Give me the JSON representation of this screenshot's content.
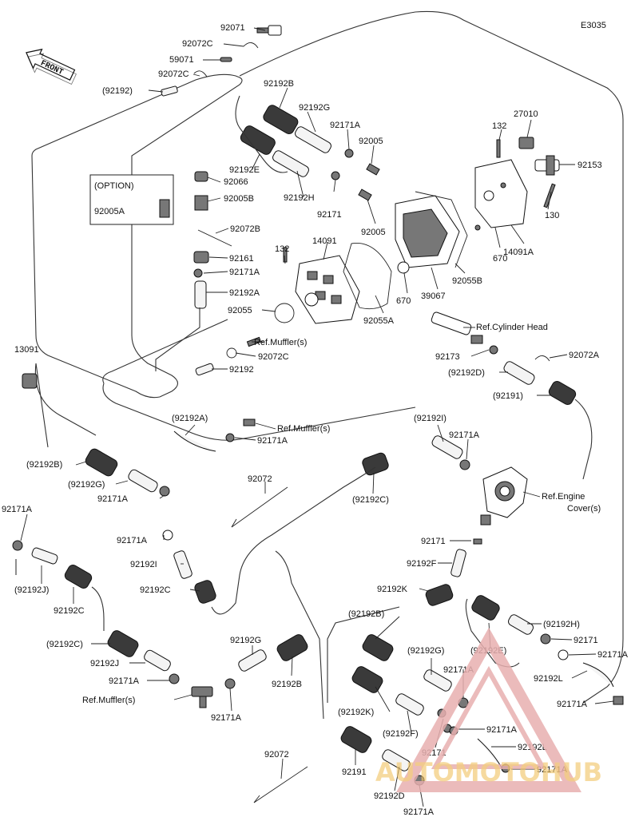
{
  "diagram": {
    "code": "E3035",
    "front_label": "FRONT",
    "option_label": "(OPTION)",
    "watermark": "AUTOMOTOHUB",
    "parts": [
      {
        "id": "p92071",
        "label": "92071"
      },
      {
        "id": "p92072C_a",
        "label": "92072C"
      },
      {
        "id": "p59071",
        "label": "59071"
      },
      {
        "id": "p92072C_b",
        "label": "92072C"
      },
      {
        "id": "p92192_top",
        "label": "(92192)"
      },
      {
        "id": "p92192B_top",
        "label": "92192B"
      },
      {
        "id": "p92192G_top",
        "label": "92192G"
      },
      {
        "id": "p92171A_top",
        "label": "92171A"
      },
      {
        "id": "p92005_top",
        "label": "92005"
      },
      {
        "id": "p132_top",
        "label": "132"
      },
      {
        "id": "p27010",
        "label": "27010"
      },
      {
        "id": "p92153",
        "label": "92153"
      },
      {
        "id": "p92192E_top",
        "label": "92192E"
      },
      {
        "id": "p92066",
        "label": "92066"
      },
      {
        "id": "p92005B",
        "label": "92005B"
      },
      {
        "id": "p92192H_top",
        "label": "92192H"
      },
      {
        "id": "p92171_top",
        "label": "92171"
      },
      {
        "id": "p92005A",
        "label": "92005A"
      },
      {
        "id": "p130",
        "label": "130"
      },
      {
        "id": "p92072B",
        "label": "92072B"
      },
      {
        "id": "p14091",
        "label": "14091"
      },
      {
        "id": "p92005_mid",
        "label": "92005"
      },
      {
        "id": "p670_a",
        "label": "670"
      },
      {
        "id": "p14091A",
        "label": "14091A"
      },
      {
        "id": "p132_mid",
        "label": "132"
      },
      {
        "id": "p92161",
        "label": "92161"
      },
      {
        "id": "p92171A_mid",
        "label": "92171A"
      },
      {
        "id": "p92055B",
        "label": "92055B"
      },
      {
        "id": "p92192A",
        "label": "92192A"
      },
      {
        "id": "p39067",
        "label": "39067"
      },
      {
        "id": "p670_b",
        "label": "670"
      },
      {
        "id": "p92055",
        "label": "92055"
      },
      {
        "id": "p92055A",
        "label": "92055A"
      },
      {
        "id": "p_ref_cyl",
        "label": "Ref.Cylinder Head"
      },
      {
        "id": "p13091",
        "label": "13091"
      },
      {
        "id": "p_ref_muf1",
        "label": "Ref.Muffler(s)"
      },
      {
        "id": "p92072C_c",
        "label": "92072C"
      },
      {
        "id": "p92173",
        "label": "92173"
      },
      {
        "id": "p92072A",
        "label": "92072A"
      },
      {
        "id": "p92192_mid",
        "label": "92192"
      },
      {
        "id": "p92192D_top",
        "label": "(92192D)"
      },
      {
        "id": "p92191_top",
        "label": "(92191)"
      },
      {
        "id": "p92192A_paren",
        "label": "(92192A)"
      },
      {
        "id": "p_ref_muf2",
        "label": "Ref.Muffler(s)"
      },
      {
        "id": "p92171A_b",
        "label": "92171A"
      },
      {
        "id": "p92192I_paren",
        "label": "(92192I)"
      },
      {
        "id": "p92171A_c",
        "label": "92171A"
      },
      {
        "id": "p92192B_paren",
        "label": "(92192B)"
      },
      {
        "id": "p92192G_paren",
        "label": "(92192G)"
      },
      {
        "id": "p92171A_d",
        "label": "92171A"
      },
      {
        "id": "p92072_a",
        "label": "92072"
      },
      {
        "id": "p_ref_eng",
        "label": "Ref.Engine"
      },
      {
        "id": "p_ref_eng2",
        "label": "Cover(s)"
      },
      {
        "id": "p92192C_a",
        "label": "(92192C)"
      },
      {
        "id": "p92171A_e",
        "label": "92171A"
      },
      {
        "id": "p92171A_f",
        "label": "92171A"
      },
      {
        "id": "p92171_mid",
        "label": "92171"
      },
      {
        "id": "p92192I",
        "label": "92192I"
      },
      {
        "id": "p92192F",
        "label": "92192F"
      },
      {
        "id": "p92192J_paren",
        "label": "(92192J)"
      },
      {
        "id": "p92192C_b",
        "label": "92192C"
      },
      {
        "id": "p92192K",
        "label": "92192K"
      },
      {
        "id": "p92192C_c",
        "label": "92192C"
      },
      {
        "id": "p92192B_paren2",
        "label": "(92192B)"
      },
      {
        "id": "p92192H_paren",
        "label": "(92192H)"
      },
      {
        "id": "p92192C_paren",
        "label": "(92192C)"
      },
      {
        "id": "p92192G_b",
        "label": "92192G"
      },
      {
        "id": "p92192G_paren2",
        "label": "(92192G)"
      },
      {
        "id": "p92192E_paren",
        "label": "(92192E)"
      },
      {
        "id": "p92171_b",
        "label": "92171"
      },
      {
        "id": "p92192J",
        "label": "92192J"
      },
      {
        "id": "p92171A_g",
        "label": "92171A"
      },
      {
        "id": "p92171A_h",
        "label": "92171A"
      },
      {
        "id": "p92192B_b",
        "label": "92192B"
      },
      {
        "id": "p92171A_i",
        "label": "92171A"
      },
      {
        "id": "p92192L_a",
        "label": "92192L"
      },
      {
        "id": "p_ref_muf3",
        "label": "Ref.Muffler(s)"
      },
      {
        "id": "p92192K_paren",
        "label": "(92192K)"
      },
      {
        "id": "p92171A_j",
        "label": "92171A"
      },
      {
        "id": "p92171A_k",
        "label": "92171A"
      },
      {
        "id": "p92192F_paren",
        "label": "(92192F)"
      },
      {
        "id": "p92171A_l",
        "label": "92171A"
      },
      {
        "id": "p92171_c",
        "label": "92171"
      },
      {
        "id": "p92192L_b",
        "label": "92192L"
      },
      {
        "id": "p92072_b",
        "label": "92072"
      },
      {
        "id": "p92191",
        "label": "92191"
      },
      {
        "id": "p92192D",
        "label": "92192D"
      },
      {
        "id": "p92171A_m",
        "label": "92171A"
      },
      {
        "id": "p92171A_n",
        "label": "92171A"
      }
    ]
  }
}
